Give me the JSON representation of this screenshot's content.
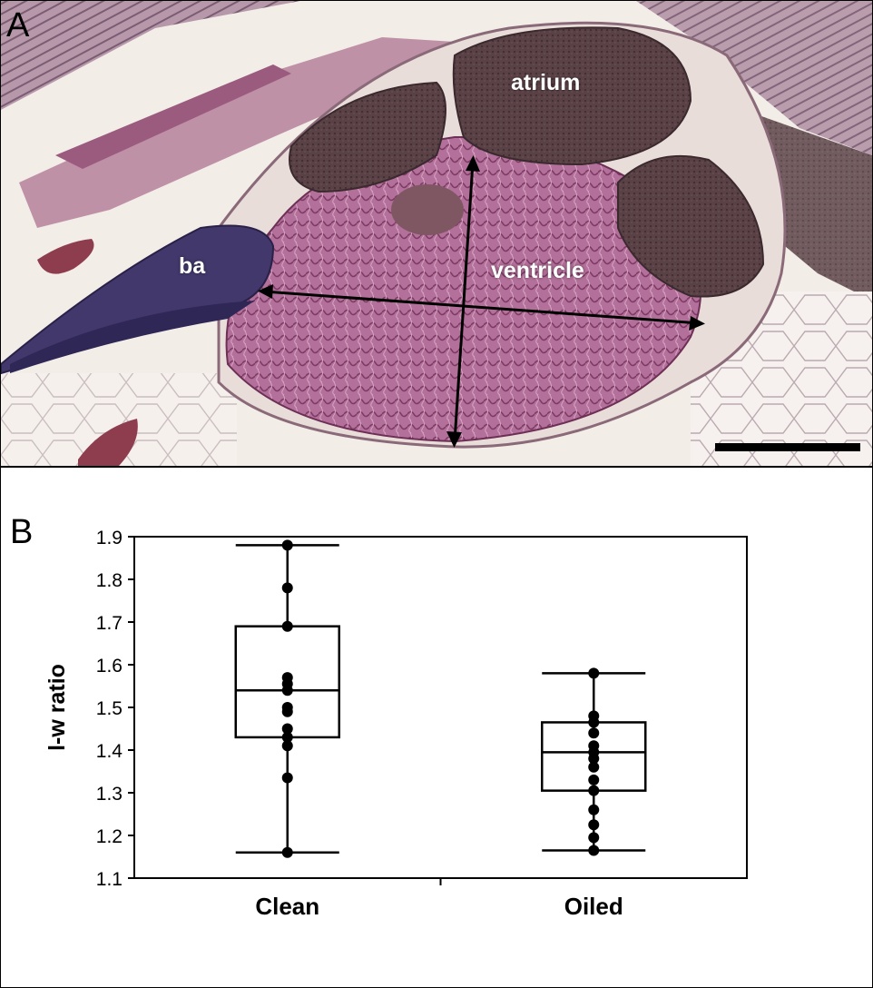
{
  "panel_a": {
    "letter": "A",
    "labels": {
      "atrium": "atrium",
      "ventricle": "ventricle",
      "ba": "ba"
    }
  },
  "panel_b": {
    "letter": "B"
  },
  "colors": {
    "tissue_pink": "#a35a85",
    "tissue_dark": "#4a3440",
    "tissue_purple": "#3e2f66",
    "background": "#f3ede8"
  },
  "chart_data": {
    "type": "box",
    "ylabel": "l-w ratio",
    "ylim": [
      1.1,
      1.9
    ],
    "yticks": [
      "1.1",
      "1.2",
      "1.3",
      "1.4",
      "1.5",
      "1.6",
      "1.7",
      "1.8",
      "1.9"
    ],
    "categories": [
      "Clean",
      "Oiled"
    ],
    "boxes": [
      {
        "category": "Clean",
        "whisker_low": 1.16,
        "q1": 1.43,
        "median": 1.54,
        "q3": 1.69,
        "whisker_high": 1.88,
        "points": [
          1.16,
          1.335,
          1.41,
          1.43,
          1.45,
          1.49,
          1.5,
          1.54,
          1.555,
          1.57,
          1.69,
          1.78,
          1.88
        ]
      },
      {
        "category": "Oiled",
        "whisker_low": 1.165,
        "q1": 1.305,
        "median": 1.395,
        "q3": 1.465,
        "whisker_high": 1.58,
        "points": [
          1.165,
          1.195,
          1.225,
          1.26,
          1.305,
          1.33,
          1.36,
          1.38,
          1.395,
          1.41,
          1.44,
          1.465,
          1.48,
          1.58
        ]
      }
    ]
  }
}
